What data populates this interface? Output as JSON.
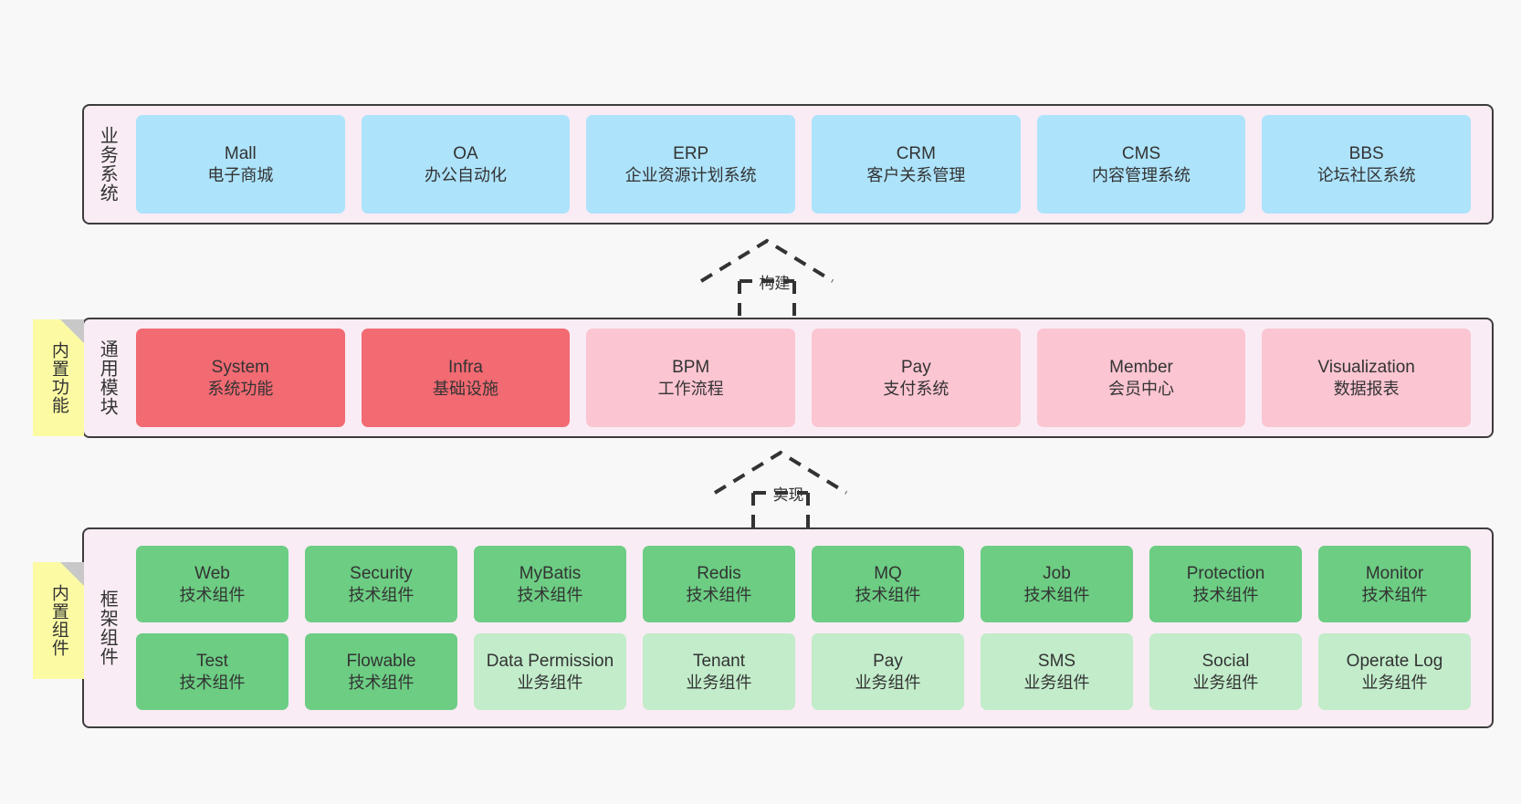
{
  "diagram": {
    "background_color": "#f8f8f8",
    "layer_fill": "#f9ecf4",
    "layer_border": "#3c3c3c"
  },
  "notes": [
    {
      "name": "builtin-functions",
      "text": "内置功能",
      "color": "#fcfba4"
    },
    {
      "name": "builtin-components",
      "text": "内置组件",
      "color": "#fcfba4"
    }
  ],
  "arrows": [
    {
      "name": "build-arrow",
      "label": "构建",
      "style": "dashed-hollow-up"
    },
    {
      "name": "realize-arrow",
      "label": "实现",
      "style": "dashed-hollow-up"
    }
  ],
  "layers": [
    {
      "id": "business",
      "title": "业务系统",
      "color": "#ade3fb",
      "cards": [
        {
          "en": "Mall",
          "cn": "电子商城",
          "color": "#ade3fb"
        },
        {
          "en": "OA",
          "cn": "办公自动化",
          "color": "#ade3fb"
        },
        {
          "en": "ERP",
          "cn": "企业资源计划系统",
          "color": "#ade3fb"
        },
        {
          "en": "CRM",
          "cn": "客户关系管理",
          "color": "#ade3fb"
        },
        {
          "en": "CMS",
          "cn": "内容管理系统",
          "color": "#ade3fb"
        },
        {
          "en": "BBS",
          "cn": "论坛社区系统",
          "color": "#ade3fb"
        }
      ]
    },
    {
      "id": "modules",
      "title": "通用模块",
      "cards": [
        {
          "en": "System",
          "cn": "系统功能",
          "color": "#f26a72"
        },
        {
          "en": "Infra",
          "cn": "基础设施",
          "color": "#f26a72"
        },
        {
          "en": "BPM",
          "cn": "工作流程",
          "color": "#fbc5d2"
        },
        {
          "en": "Pay",
          "cn": "支付系统",
          "color": "#fbc5d2"
        },
        {
          "en": "Member",
          "cn": "会员中心",
          "color": "#fbc5d2"
        },
        {
          "en": "Visualization",
          "cn": "数据报表",
          "color": "#fbc5d2"
        }
      ]
    },
    {
      "id": "framework",
      "title": "框架组件",
      "rows": [
        [
          {
            "en": "Web",
            "cn": "技术组件",
            "color": "#6ccd83"
          },
          {
            "en": "Security",
            "cn": "技术组件",
            "color": "#6ccd83"
          },
          {
            "en": "MyBatis",
            "cn": "技术组件",
            "color": "#6ccd83"
          },
          {
            "en": "Redis",
            "cn": "技术组件",
            "color": "#6ccd83"
          },
          {
            "en": "MQ",
            "cn": "技术组件",
            "color": "#6ccd83"
          },
          {
            "en": "Job",
            "cn": "技术组件",
            "color": "#6ccd83"
          },
          {
            "en": "Protection",
            "cn": "技术组件",
            "color": "#6ccd83"
          },
          {
            "en": "Monitor",
            "cn": "技术组件",
            "color": "#6ccd83"
          }
        ],
        [
          {
            "en": "Test",
            "cn": "技术组件",
            "color": "#6ccd83"
          },
          {
            "en": "Flowable",
            "cn": "技术组件",
            "color": "#6ccd83"
          },
          {
            "en": "Data Permission",
            "cn": "业务组件",
            "color": "#c2ecca"
          },
          {
            "en": "Tenant",
            "cn": "业务组件",
            "color": "#c2ecca"
          },
          {
            "en": "Pay",
            "cn": "业务组件",
            "color": "#c2ecca"
          },
          {
            "en": "SMS",
            "cn": "业务组件",
            "color": "#c2ecca"
          },
          {
            "en": "Social",
            "cn": "业务组件",
            "color": "#c2ecca"
          },
          {
            "en": "Operate Log",
            "cn": "业务组件",
            "color": "#c2ecca"
          }
        ]
      ]
    }
  ]
}
